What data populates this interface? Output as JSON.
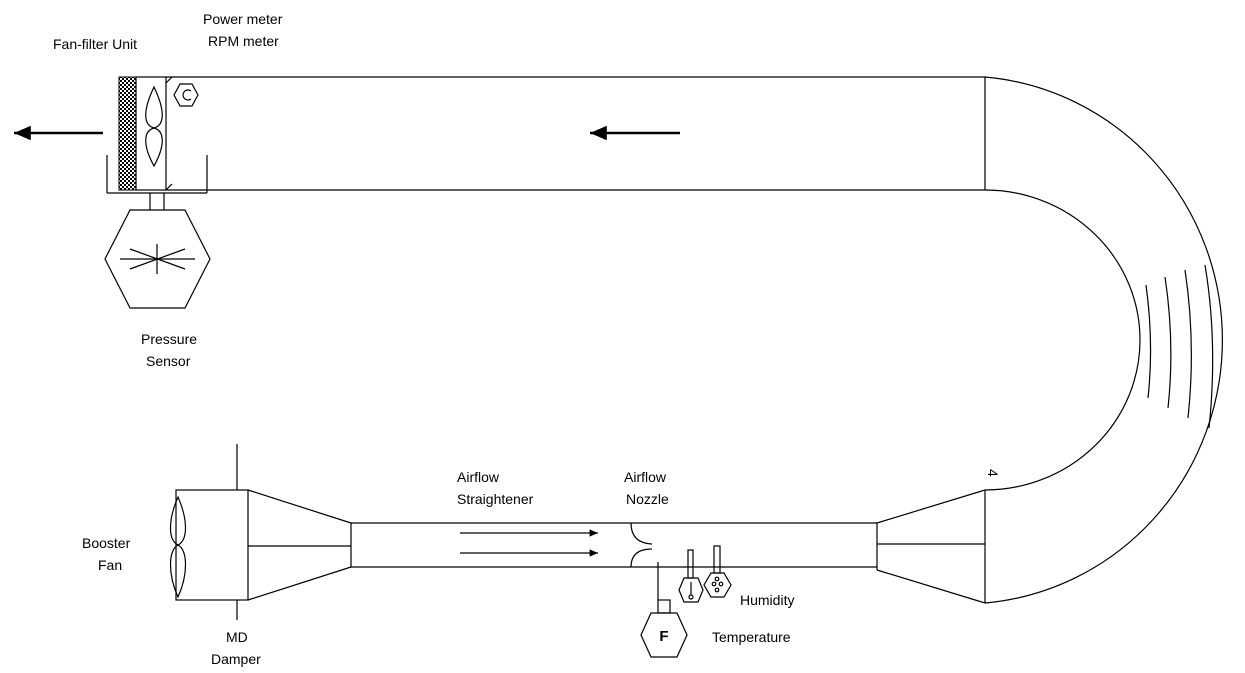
{
  "labels": {
    "power_meter": "Power meter",
    "rpm_meter": "RPM meter",
    "fan_filter_unit": "Fan-filter Unit",
    "pressure_sensor_1": "Pressure",
    "pressure_sensor_2": "Sensor",
    "airflow_straightener_1": "Airflow",
    "airflow_straightener_2": "Straightener",
    "airflow_nozzle_1": "Airflow",
    "airflow_nozzle_2": "Nozzle",
    "booster_fan_1": "Booster",
    "booster_fan_2": "Fan",
    "md_damper_1": "MD",
    "md_damper_2": "Damper",
    "humidity": "Humidity",
    "temperature": "Temperature",
    "flow_sensor_symbol": "F",
    "bend_mark": "4"
  }
}
